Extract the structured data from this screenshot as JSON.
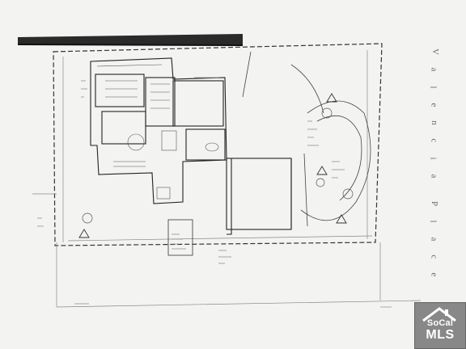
{
  "drawing": {
    "street_name": "Valencia Place",
    "street_letters": [
      "V",
      "a",
      "l",
      "e",
      "n",
      "c",
      "i",
      "a",
      "P",
      "l",
      "a",
      "c",
      "e"
    ]
  },
  "badge": {
    "line1": "SoCal",
    "line2": "MLS",
    "icon": "house-roof-icon"
  }
}
